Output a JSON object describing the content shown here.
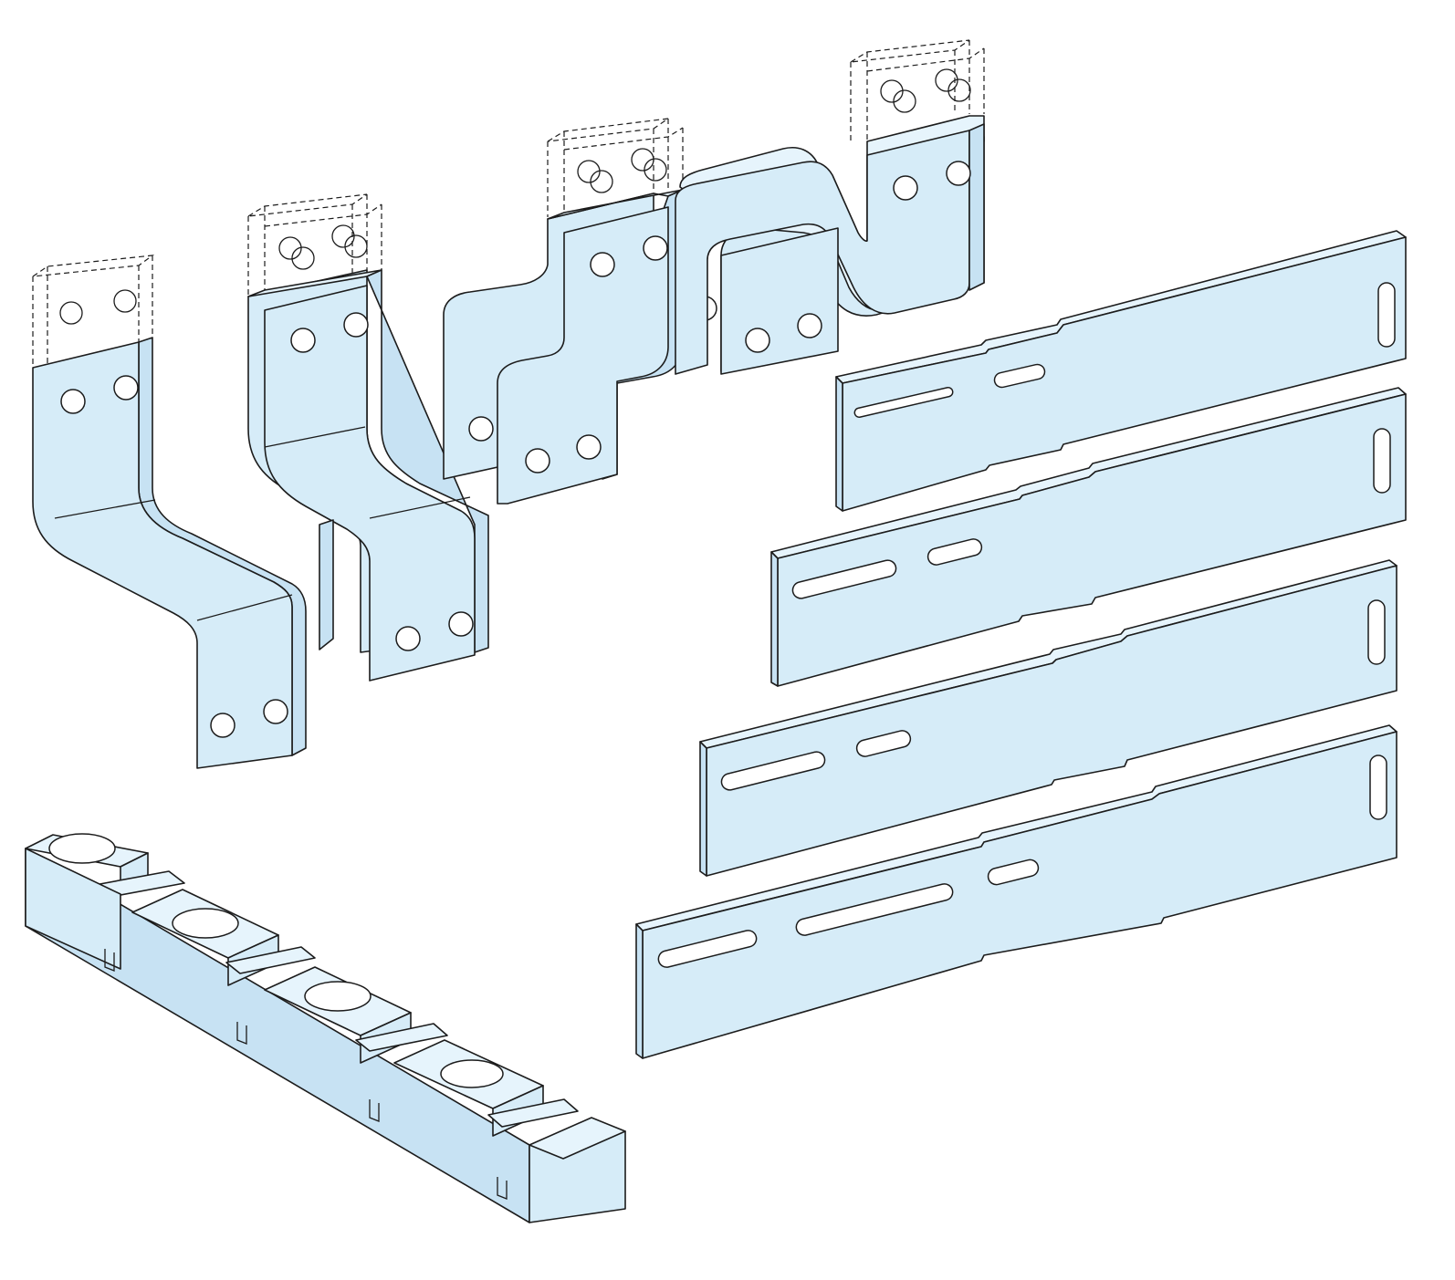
{
  "figure": {
    "kind": "isometric technical illustration",
    "colors": {
      "part_fill": "#d6ecf8",
      "outline": "#1c1c1c",
      "background": "#ffffff"
    },
    "components": [
      {
        "id": "connector-bar-1",
        "type": "bent busbar connector",
        "mounting_holes": 4,
        "hole_positions_shown_dashed": true
      },
      {
        "id": "connector-bar-2",
        "type": "double offset busbar connector",
        "mounting_holes": 4,
        "hole_positions_shown_dashed": true
      },
      {
        "id": "connector-bar-3",
        "type": "joggled busbar connector",
        "mounting_holes": 4,
        "hole_positions_shown_dashed": true
      },
      {
        "id": "connector-bar-4",
        "type": "joggled busbar connector",
        "mounting_holes": 4,
        "hole_positions_shown_dashed": true
      },
      {
        "id": "flat-bar-1",
        "type": "slotted flat busbar"
      },
      {
        "id": "flat-bar-2",
        "type": "slotted flat busbar"
      },
      {
        "id": "flat-bar-3",
        "type": "slotted flat busbar"
      },
      {
        "id": "flat-bar-4",
        "type": "slotted flat busbar"
      },
      {
        "id": "busbar-support",
        "type": "insulating busbar support",
        "bores": 4
      }
    ]
  }
}
